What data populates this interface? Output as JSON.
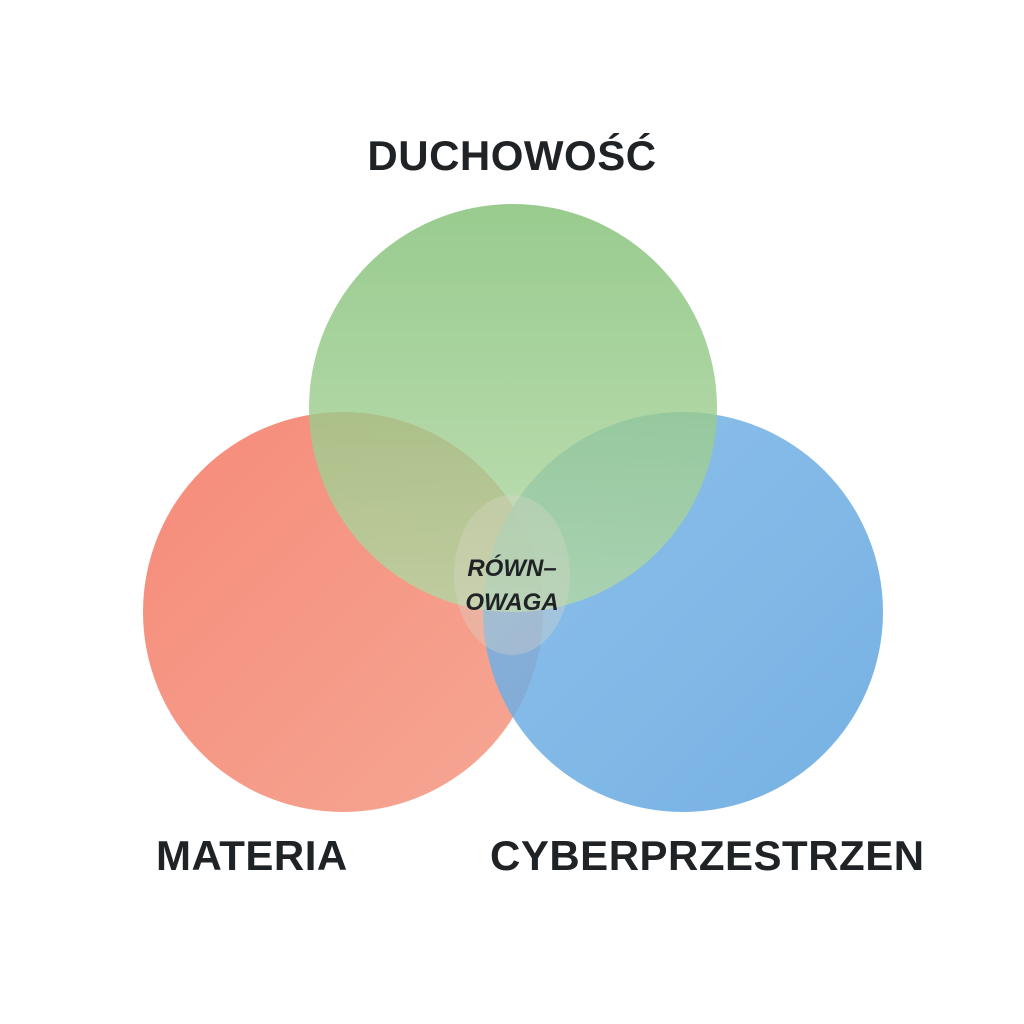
{
  "diagram": {
    "type": "venn",
    "sets": [
      {
        "id": "spirituality",
        "label": "DUCHOWOŚĆ",
        "color": "#7fc06f"
      },
      {
        "id": "matter",
        "label": "MATERIA",
        "color": "#f47b68"
      },
      {
        "id": "cyberspace",
        "label": "CYBERPRZESTRZEN",
        "color": "#6aaee3"
      }
    ],
    "center": {
      "line1": "RÓWN–",
      "line2": "OWAGA"
    }
  }
}
